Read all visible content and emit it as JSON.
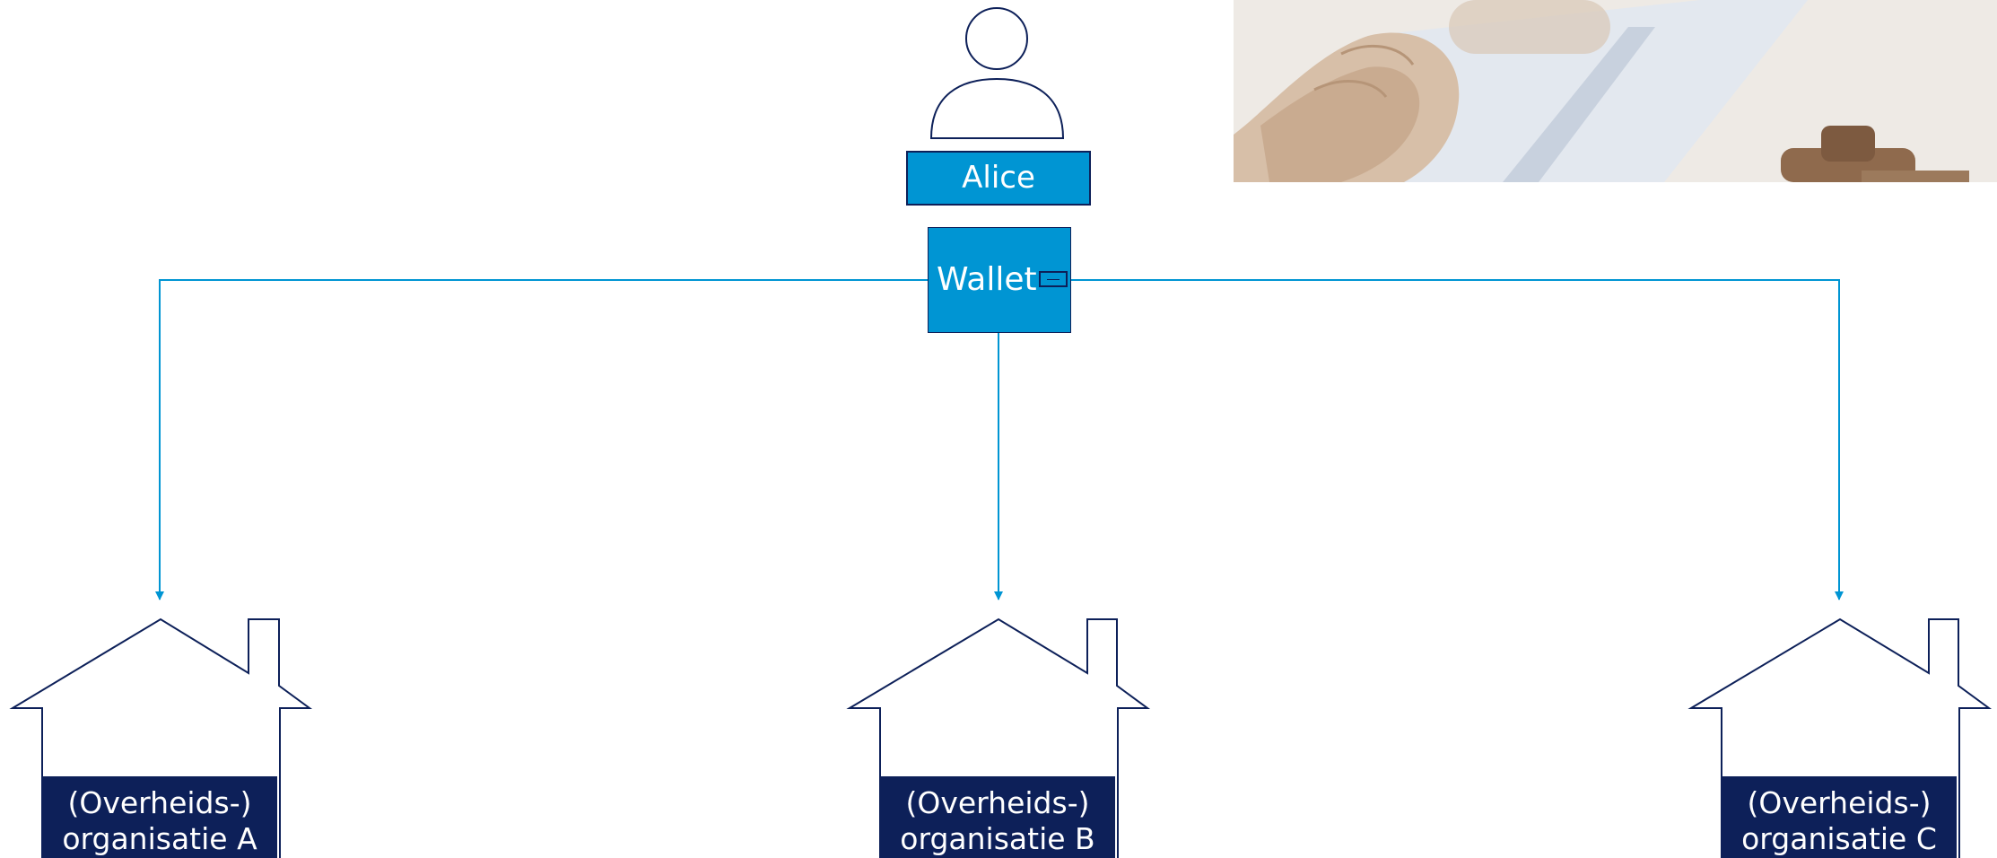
{
  "person": {
    "name": "Alice",
    "icon": "person-icon"
  },
  "wallet": {
    "label": "Wallet",
    "icon": "wallet-icon"
  },
  "organisations": [
    {
      "line1": "(Overheids-)",
      "line2": "organisatie A",
      "icon": "house-icon"
    },
    {
      "line1": "(Overheids-)",
      "line2": "organisatie B",
      "icon": "house-icon"
    },
    {
      "line1": "(Overheids-)",
      "line2": "organisatie C",
      "icon": "house-icon"
    }
  ],
  "colors": {
    "accent": "#0095d3",
    "navy": "#0d2059",
    "outline": "#0d2059",
    "connector": "#0095d3"
  }
}
